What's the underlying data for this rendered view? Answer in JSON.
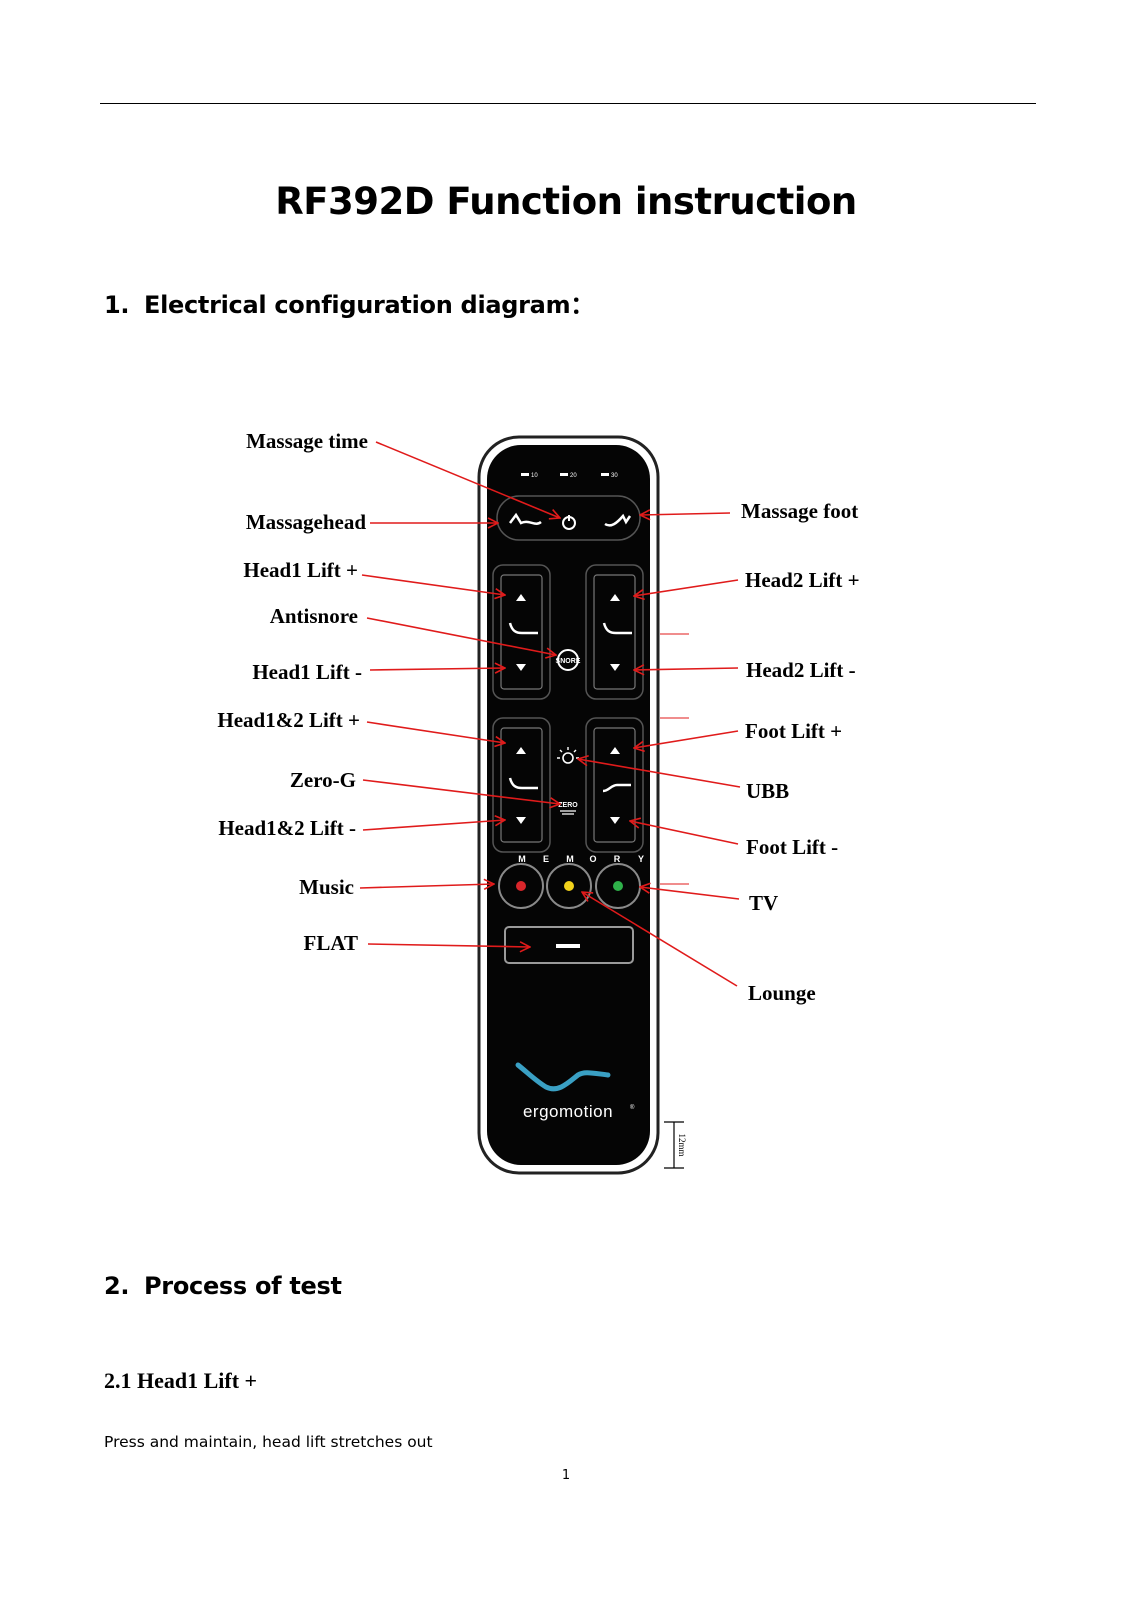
{
  "document": {
    "title": "RF392D Function instruction",
    "section1": {
      "number": "1.",
      "title": "Electrical configuration diagram："
    },
    "section2": {
      "number": "2.",
      "title": "Process of test"
    },
    "subsection": {
      "title": "2.1 Head1 Lift +"
    },
    "paragraph": "Press and maintain, head lift stretches out",
    "page_number": "1"
  },
  "remote": {
    "brand": "ergomotion",
    "brand_mark": "®",
    "timer_labels": [
      "10",
      "20",
      "30"
    ],
    "memory_label": [
      "M",
      "E",
      "M",
      "O",
      "R",
      "Y"
    ],
    "snore_text": "SNORE",
    "zero_text": "ZERO",
    "dimension": "12mm",
    "colors": {
      "body": "#050505",
      "outline": "#3a3a3a",
      "red_led": "#d9262b",
      "yellow_led": "#f2d21b",
      "green_led": "#2fb14a",
      "logo": "#3aa0c4",
      "arrow": "#e01b1b"
    }
  },
  "callouts": {
    "left": [
      "Massage time",
      "Massagehead",
      "Head1 Lift +",
      "Antisnore",
      "Head1 Lift -",
      "Head1&2 Lift +",
      "Zero-G",
      "Head1&2 Lift -",
      "Music",
      "FLAT"
    ],
    "right": [
      "Massage foot",
      "Head2 Lift +",
      "Head2 Lift -",
      "Foot Lift +",
      "UBB",
      "Foot Lift -",
      "TV",
      "Lounge"
    ]
  }
}
